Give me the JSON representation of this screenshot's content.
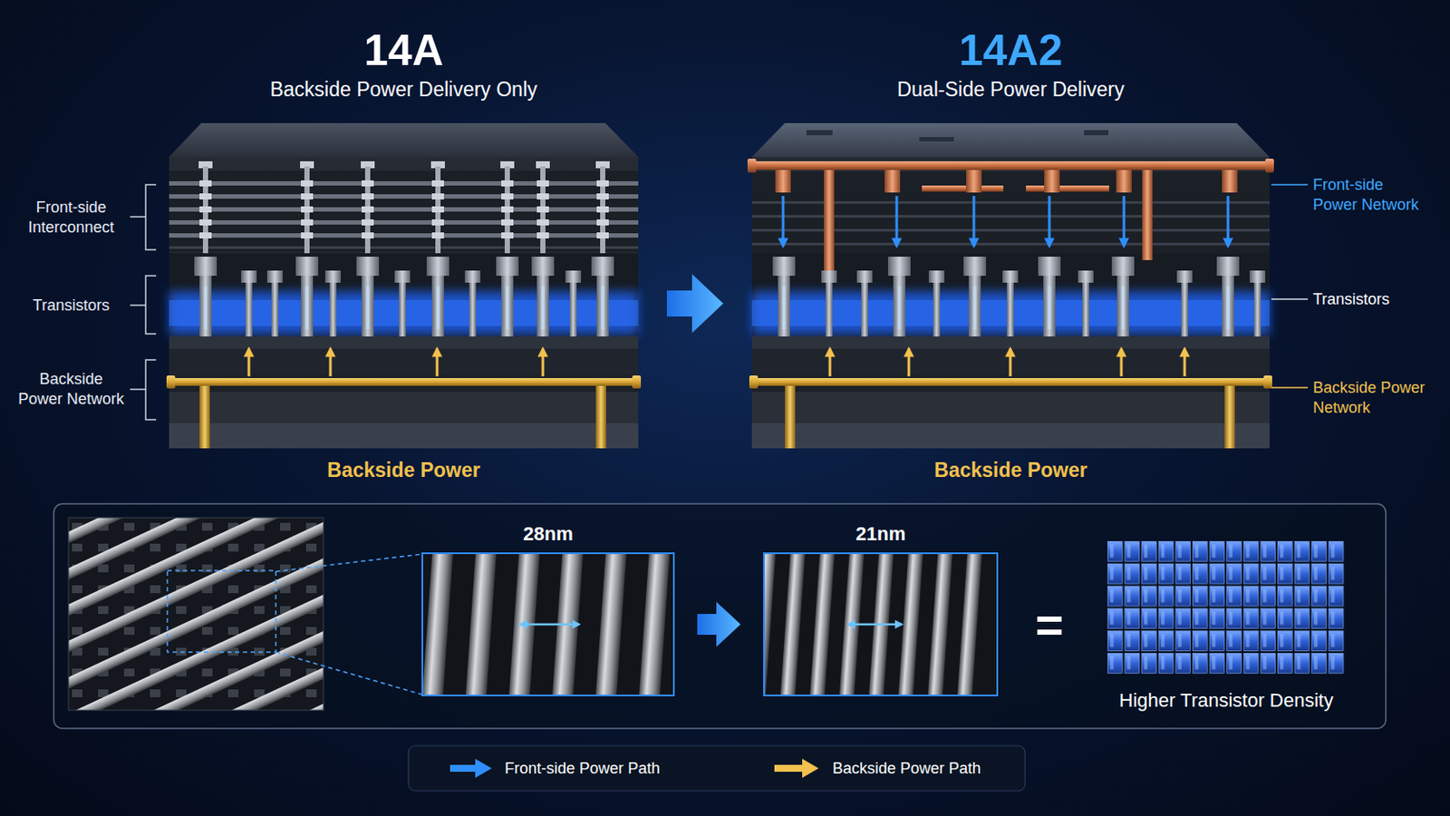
{
  "diagram": {
    "nodes": [
      {
        "text": [
          "14A",
          "Backside Power Delivery Only",
          "Backside Power"
        ]
      },
      {
        "text": [
          "14A2",
          "Dual-Side Power Delivery",
          "Backside Power"
        ]
      },
      {
        "text": [
          "28nm"
        ]
      },
      {
        "text": [
          "21nm"
        ]
      },
      {
        "text": [
          "Higher Transistor Density"
        ]
      }
    ],
    "edges": [
      {
        "from": 0,
        "to": 1,
        "arrow": "to"
      },
      {
        "from": 2,
        "to": 3,
        "arrow": "to"
      }
    ],
    "labels": [
      "Front-side Interconnect",
      "Transistors",
      "Backside Power Network",
      "Front-side Power Network",
      "Transistors",
      "Backside Power Network",
      "="
    ],
    "legend": [
      {
        "text": "Front-side Power Path"
      },
      {
        "text": "Backside Power Path"
      }
    ]
  }
}
